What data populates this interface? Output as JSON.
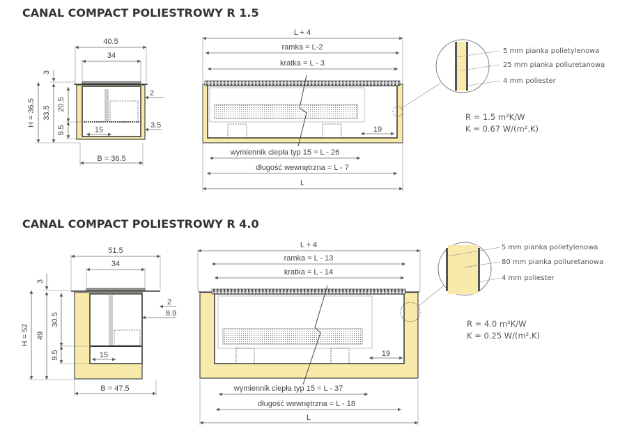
{
  "colors": {
    "insulation": "#f8eaaa",
    "lines": "#444444",
    "text": "#333333"
  },
  "sections": [
    {
      "title": "CANAL COMPACT POLIESTROWY R 1.5",
      "cross_section": {
        "outer_width": "40.5",
        "grate_width": "34",
        "top": "3",
        "height": "H = 36.5",
        "inner_height": "33.5",
        "upper": "20.5",
        "lower": "9.5",
        "shelf": "15",
        "gap": "2",
        "wall": "3.5",
        "base": "B = 36.5"
      },
      "long_view": {
        "total": "L + 4",
        "frame": "ramka = L-2",
        "grate": "kratka = L - 3",
        "offset": "19",
        "exchanger": "wymiennik ciepła typ 15 = L - 26",
        "inner_length": "długość wewnętrzna = L - 7",
        "length": "L"
      },
      "detail": {
        "layers": [
          "5 mm pianka polietylenowa",
          "25 mm pianka poliuretanowa",
          "4 mm poliester"
        ]
      },
      "r_value": "R = 1.5 m²K/W",
      "k_value": "K = 0.67 W/(m².K)"
    },
    {
      "title": "CANAL COMPACT POLIESTROWY R 4.0",
      "cross_section": {
        "outer_width": "51.5",
        "grate_width": "34",
        "top": "3",
        "height": "H = 52",
        "inner_height": "49",
        "upper": "30.5",
        "lower": "9.5",
        "shelf": "15",
        "gap": "2",
        "wall": "8.9",
        "base": "B = 47.5"
      },
      "long_view": {
        "total": "L + 4",
        "frame": "ramka = L - 13",
        "grate": "kratka =  L - 14",
        "offset": "19",
        "exchanger": "wymiennik ciepła typ  15 = L - 37",
        "inner_length": "długość wewnętrzna = L - 18",
        "length": "L"
      },
      "detail": {
        "layers": [
          "5 mm pianka polietylenowa",
          "80 mm pianka poliuretanowa",
          "4 mm poliester"
        ]
      },
      "r_value": "R = 4.0 m²K/W",
      "k_value": "K = 0.25 W/(m².K)"
    }
  ]
}
